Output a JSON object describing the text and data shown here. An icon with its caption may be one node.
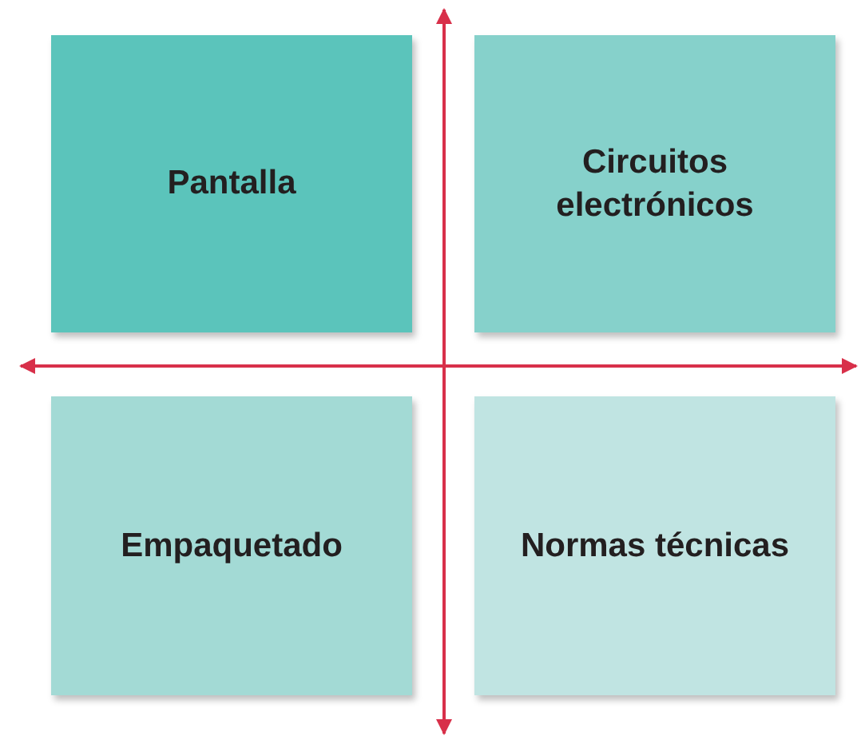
{
  "diagram": {
    "nodes": [
      {
        "text": [
          "Pantalla"
        ]
      },
      {
        "text": [
          "Circuitos electrónicos"
        ]
      },
      {
        "text": [
          "Empaquetado"
        ]
      },
      {
        "text": [
          "Normas técnicas"
        ]
      }
    ]
  }
}
